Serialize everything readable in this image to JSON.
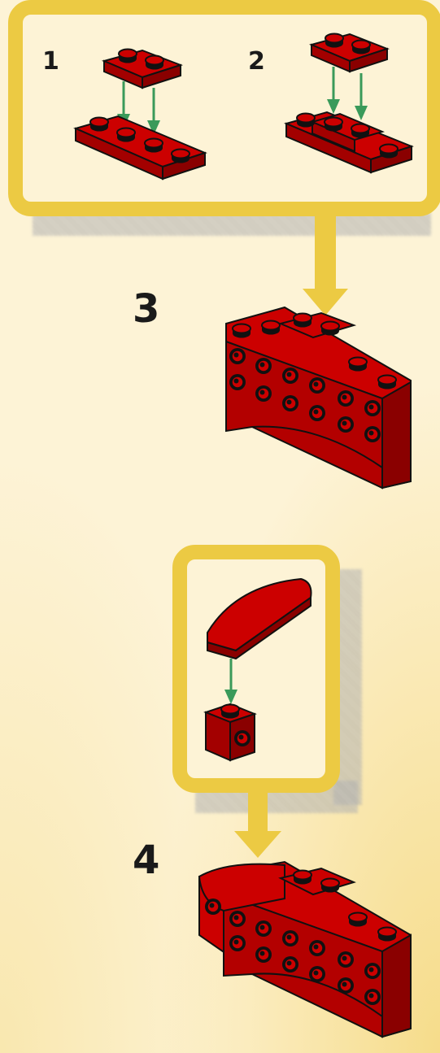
{
  "steps": {
    "step1": "1",
    "step2": "2",
    "step3": "3",
    "step4": "4"
  },
  "colors": {
    "brick_red": "#cc0000",
    "brick_dark": "#8a0000",
    "arrow_green": "#3a9a5a",
    "panel_yellow": "#ecca43",
    "background": "#fdf3d6"
  },
  "icons": {
    "connector": "yellow-arrow-down",
    "assembly": "green-arrow-down"
  }
}
